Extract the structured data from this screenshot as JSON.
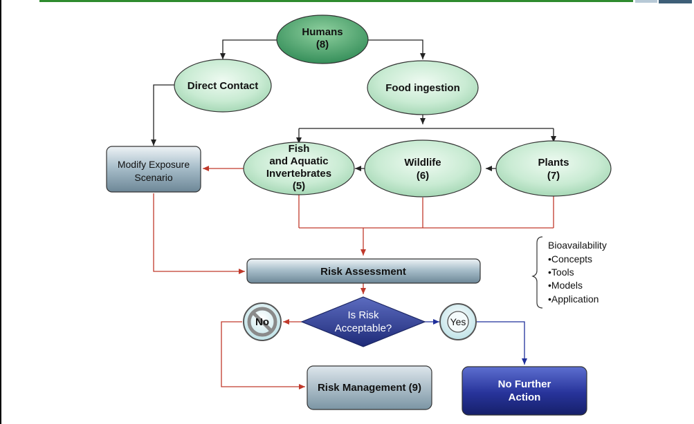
{
  "nodes": {
    "humans": {
      "title": "Humans",
      "number": "(8)"
    },
    "direct_contact": {
      "title": "Direct Contact"
    },
    "food_ingestion": {
      "title": "Food ingestion"
    },
    "fish": {
      "line1": "Fish",
      "line2": "and Aquatic",
      "line3": "Invertebrates",
      "number": "(5)"
    },
    "wildlife": {
      "title": "Wildlife",
      "number": "(6)"
    },
    "plants": {
      "title": "Plants",
      "number": "(7)"
    },
    "modify": {
      "line1": "Modify Exposure",
      "line2": "Scenario"
    },
    "risk_assessment": {
      "title": "Risk Assessment"
    },
    "decision": {
      "line1": "Is Risk",
      "line2": "Acceptable?"
    },
    "no": {
      "label": "No"
    },
    "yes": {
      "label": "Yes"
    },
    "risk_management": {
      "title": "Risk Management (9)"
    },
    "no_further": {
      "line1": "No Further",
      "line2": "Action"
    }
  },
  "bioavailability": {
    "title": "Bioavailability",
    "items": [
      "•Concepts",
      "•Tools",
      "•Models",
      "•Application"
    ]
  },
  "colors": {
    "ellipse_fill": "#c9ebd3",
    "box_fill": "#8fa9b8",
    "diamond_fill": "#2f3f8f",
    "no_further_fill": "#27339a",
    "frame_green": "#2e8b2e",
    "arrow_black": "#222222",
    "arrow_red": "#c0392b",
    "arrow_blue": "#1f2f9a"
  }
}
